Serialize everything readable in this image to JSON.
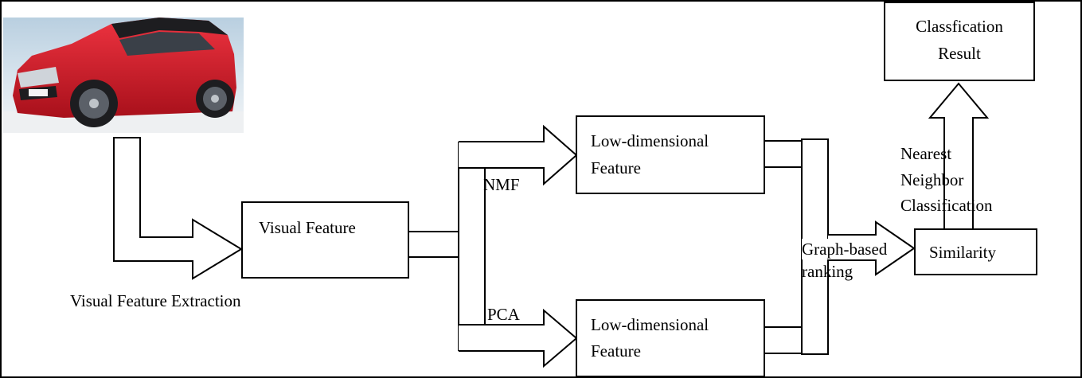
{
  "image": {
    "alt": "red car"
  },
  "labels": {
    "visual_feature": "Visual Feature",
    "extraction": "Visual Feature Extraction",
    "low_dim_top_line1": "Low-dimensional",
    "low_dim_top_line2": "Feature",
    "low_dim_bottom_line1": "Low-dimensional",
    "low_dim_bottom_line2": "Feature",
    "nmf": "NMF",
    "pca": "PCA",
    "graph_line1": "Graph-based",
    "graph_line2": "ranking",
    "similarity": "Similarity",
    "nn_line1": "Nearest",
    "nn_line2": "Neighbor",
    "nn_line3": "Classification",
    "result_line1": "Classfication",
    "result_line2": "Result"
  },
  "colors": {
    "car_body": "#d81d2a",
    "car_dark": "#1d1d20",
    "sky": "#c9dcea",
    "road": "#eef0f2"
  }
}
